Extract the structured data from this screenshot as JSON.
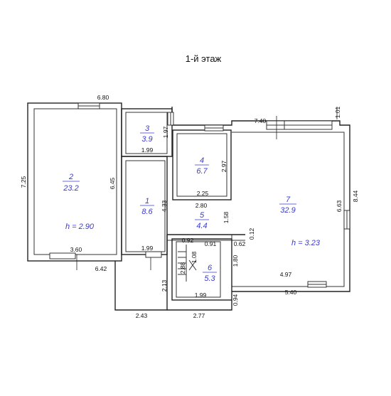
{
  "title": "1-й этаж",
  "rooms": [
    {
      "id": "2",
      "area": "23.2"
    },
    {
      "id": "3",
      "area": "3.9"
    },
    {
      "id": "1",
      "area": "8.6"
    },
    {
      "id": "4",
      "area": "6.7"
    },
    {
      "id": "5",
      "area": "4.4"
    },
    {
      "id": "6",
      "area": "5.3"
    },
    {
      "id": "7",
      "area": "32.9"
    }
  ],
  "heights": {
    "left": "h = 2.90",
    "right": "h = 3.23"
  },
  "dimensions": {
    "d_6_80": "6.80",
    "d_7_25": "7.25",
    "d_6_45": "6.45",
    "d_3_60": "3.60",
    "d_6_42": "6.42",
    "d_1_97": "1.97",
    "d_1_99a": "1.99",
    "d_1_99b": "1.99",
    "d_1_99c": "1.99",
    "d_4_33": "4.33",
    "d_2_97": "2.97",
    "d_2_25": "2.25",
    "d_2_80": "2.80",
    "d_1_58": "1.58",
    "d_0_12": "0.12",
    "d_0_92": "0.92",
    "d_0_91": "0.91",
    "d_0_62": "0.62",
    "d_1_08": "1.08",
    "d_2_88": "2.88",
    "d_1_80": "1.80",
    "d_2_13": "2.13",
    "d_0_94": "0.94",
    "d_2_43": "2.43",
    "d_2_77": "2.77",
    "d_7_40": "7.40",
    "d_1_01": "1.01",
    "d_6_63": "6.63",
    "d_8_44": "8.44",
    "d_4_97": "4.97",
    "d_5_40": "5.40"
  }
}
